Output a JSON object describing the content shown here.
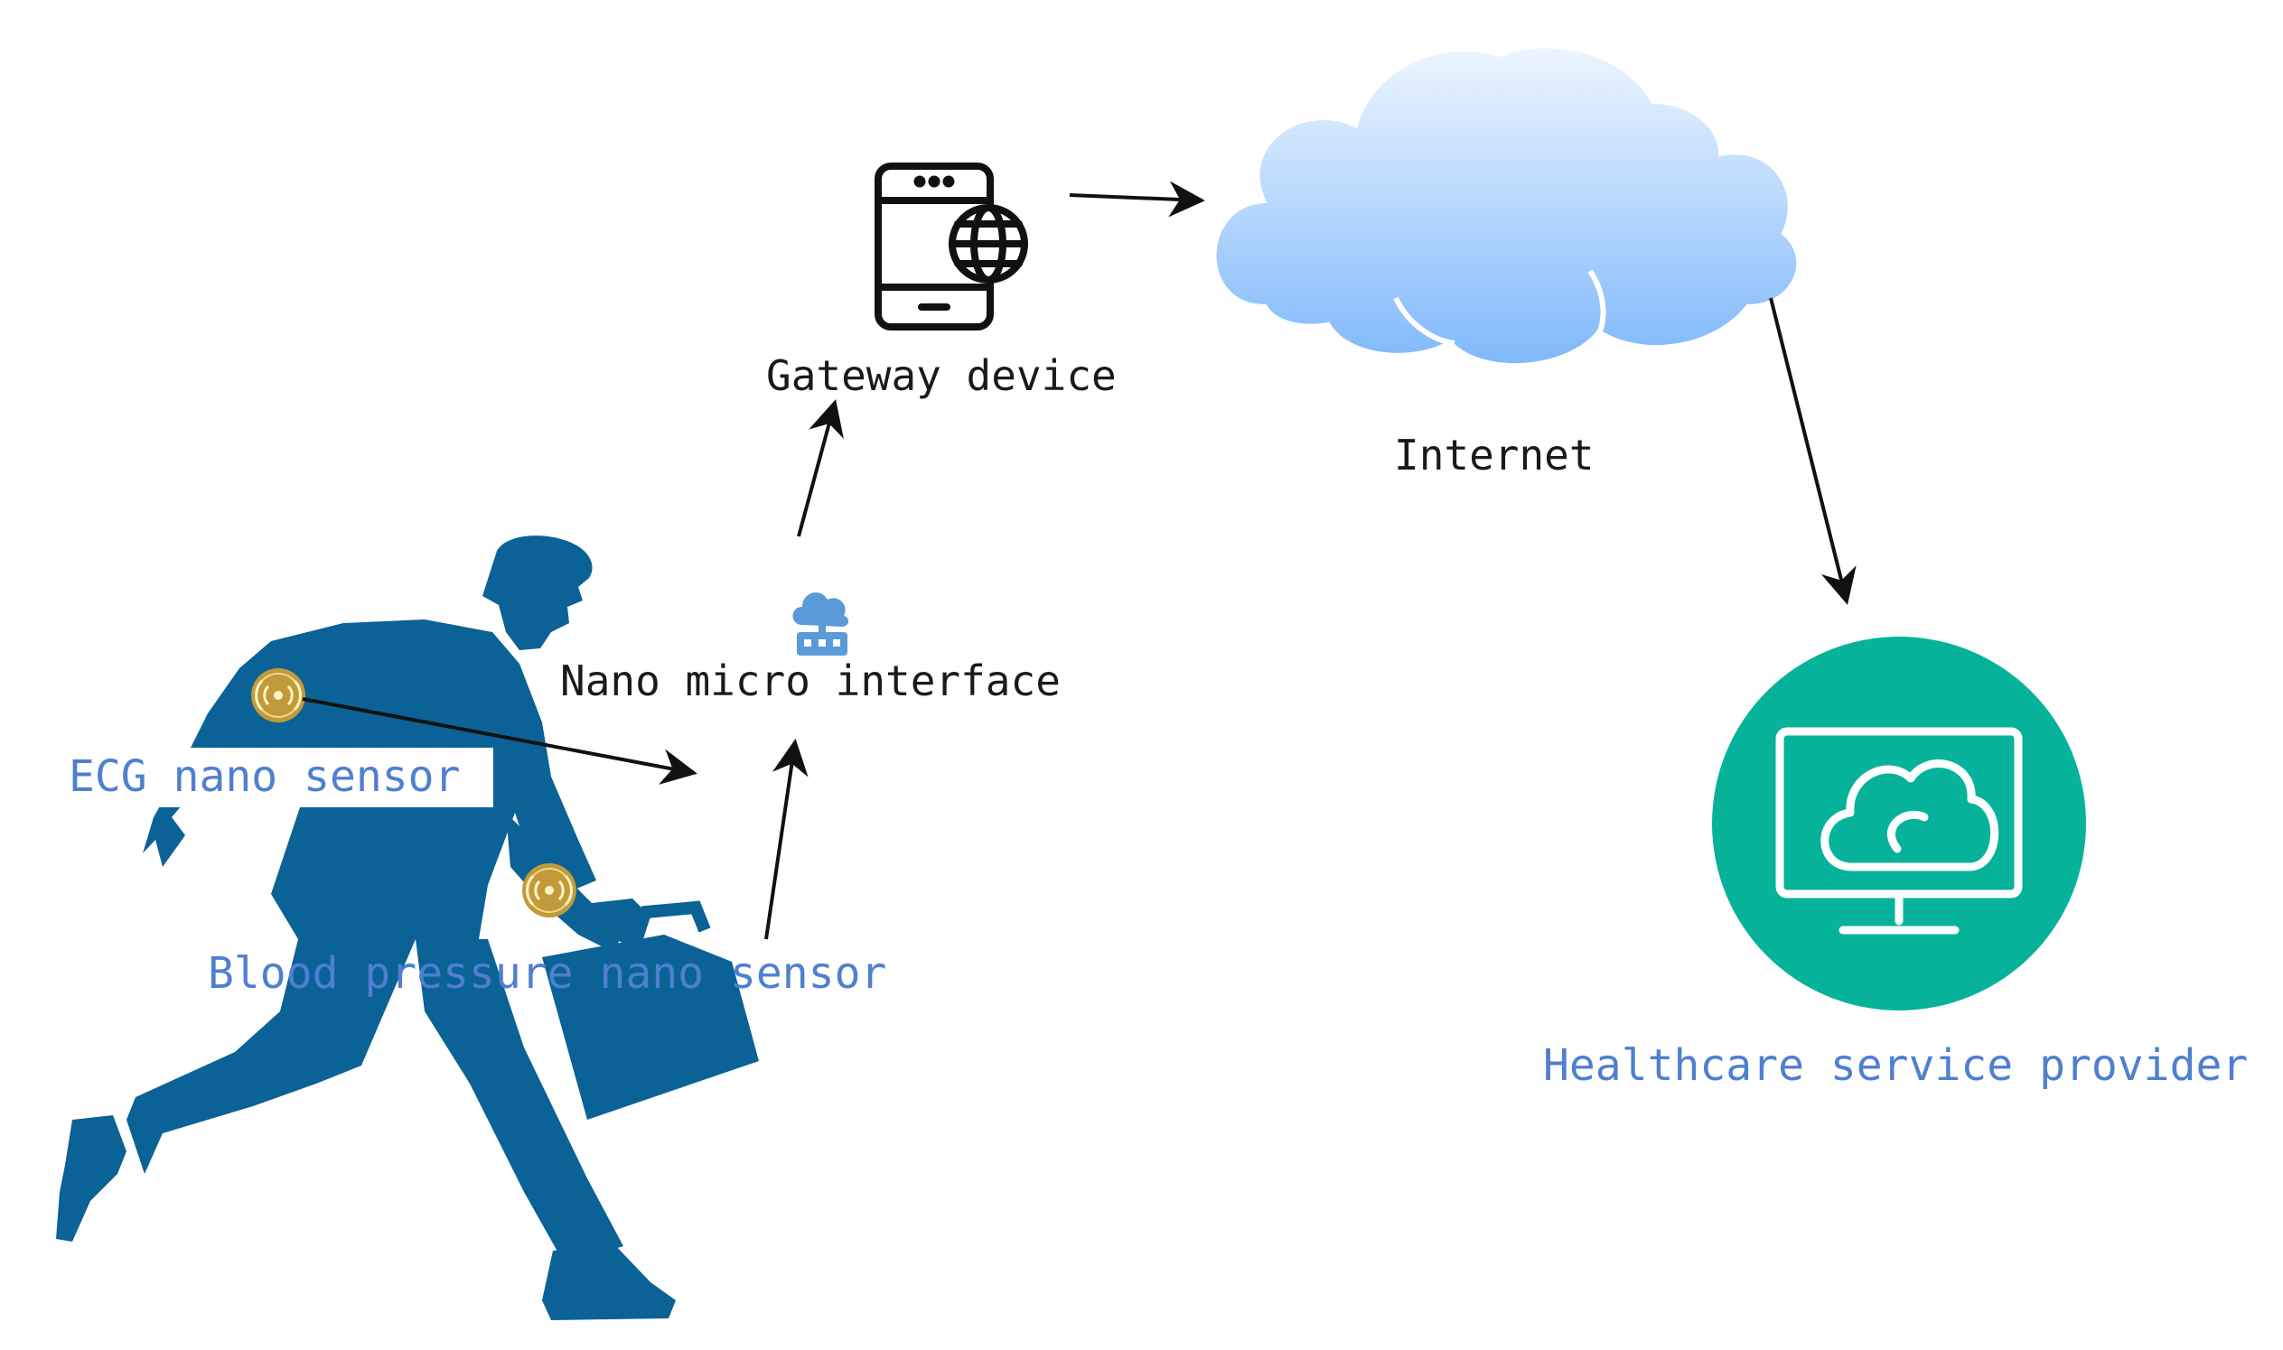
{
  "labels": {
    "gateway": "Gateway device",
    "internet": "Internet",
    "interface": "Nano micro interface",
    "ecg": "ECG nano sensor",
    "bp": "Blood pressure nano sensor",
    "provider": "Healthcare service provider"
  },
  "icons": {
    "person": "running-businessman-icon",
    "ecg_sensor": "wireless-sensor-icon",
    "bp_sensor": "wireless-sensor-icon",
    "interface": "cloud-router-icon",
    "gateway": "smartphone-globe-icon",
    "internet": "cloud-icon",
    "provider": "monitor-cloud-icon"
  },
  "colors": {
    "figure": "#0a6296",
    "sensor": "#c39a3a",
    "label_blue": "#4f7fd0",
    "provider_circle": "#06b39a",
    "cloud_top": "#e8f3ff",
    "cloud_bottom": "#7fb8fb",
    "arrow": "#111111"
  }
}
